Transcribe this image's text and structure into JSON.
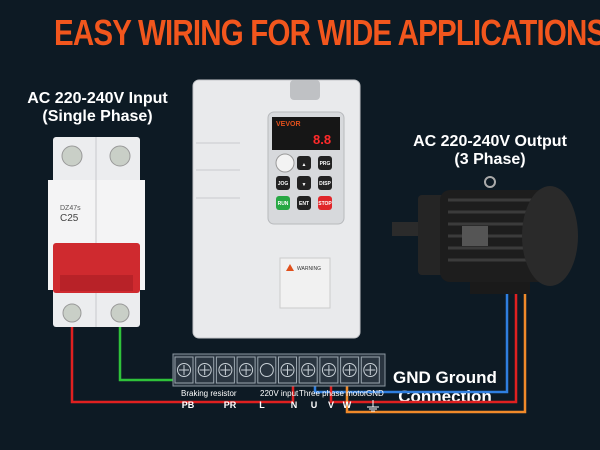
{
  "title": "EASY WIRING FOR WIDE APPLICATIONS",
  "input_label": {
    "line1": "AC 220-240V Input",
    "line2": "(Single Phase)"
  },
  "output_label": {
    "line1": "AC 220-240V Output",
    "line2": "(3 Phase)"
  },
  "gnd_label": {
    "line1": "GND Ground",
    "line2": "Connection"
  },
  "breaker": {
    "model": "DZ47s",
    "rating": "C25"
  },
  "vfd": {
    "brand": "VEVOR",
    "display": "8.8",
    "keys": {
      "up": "▲",
      "prg": "PRG",
      "jog": "JOG",
      "down": "▼",
      "disp": "DISP",
      "run": "RUN",
      "ent": "ENT",
      "stop": "STOP"
    },
    "warning": "WARNING"
  },
  "terminal": {
    "group_labels": {
      "braking": "Braking resistor",
      "input": "220V input",
      "motor": "Three phase motor",
      "gnd": "GND"
    },
    "pins": {
      "pb": "PB",
      "pr": "PR",
      "l": "L",
      "n": "N",
      "u": "U",
      "v": "V",
      "w": "W"
    }
  },
  "colors": {
    "accent": "#f2561d",
    "wire_red": "#e02020",
    "wire_green": "#2fc23a",
    "wire_blue": "#2f7fe0",
    "wire_orange": "#f08a2a"
  }
}
